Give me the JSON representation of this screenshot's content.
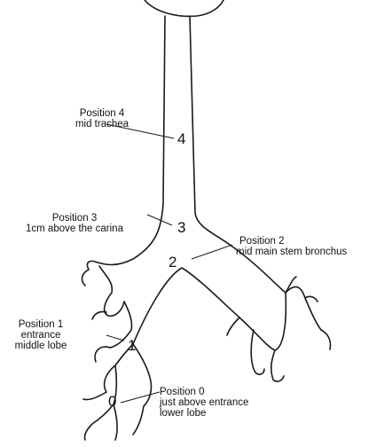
{
  "positions": [
    {
      "number": "4",
      "lines": [
        "Position 4",
        "mid trachea"
      ]
    },
    {
      "number": "3",
      "lines": [
        "Position 3",
        "1cm above the carina"
      ]
    },
    {
      "number": "2",
      "lines": [
        "Position 2",
        "mid main stem bronchus"
      ]
    },
    {
      "number": "1",
      "lines": [
        "Position 1",
        "entrance",
        "middle lobe"
      ]
    },
    {
      "number": "0",
      "lines": [
        "Position 0",
        "just above entrance",
        "lower lobe"
      ]
    }
  ],
  "colors": {
    "ink": "#1a1a1a",
    "background": "#ffffff"
  }
}
